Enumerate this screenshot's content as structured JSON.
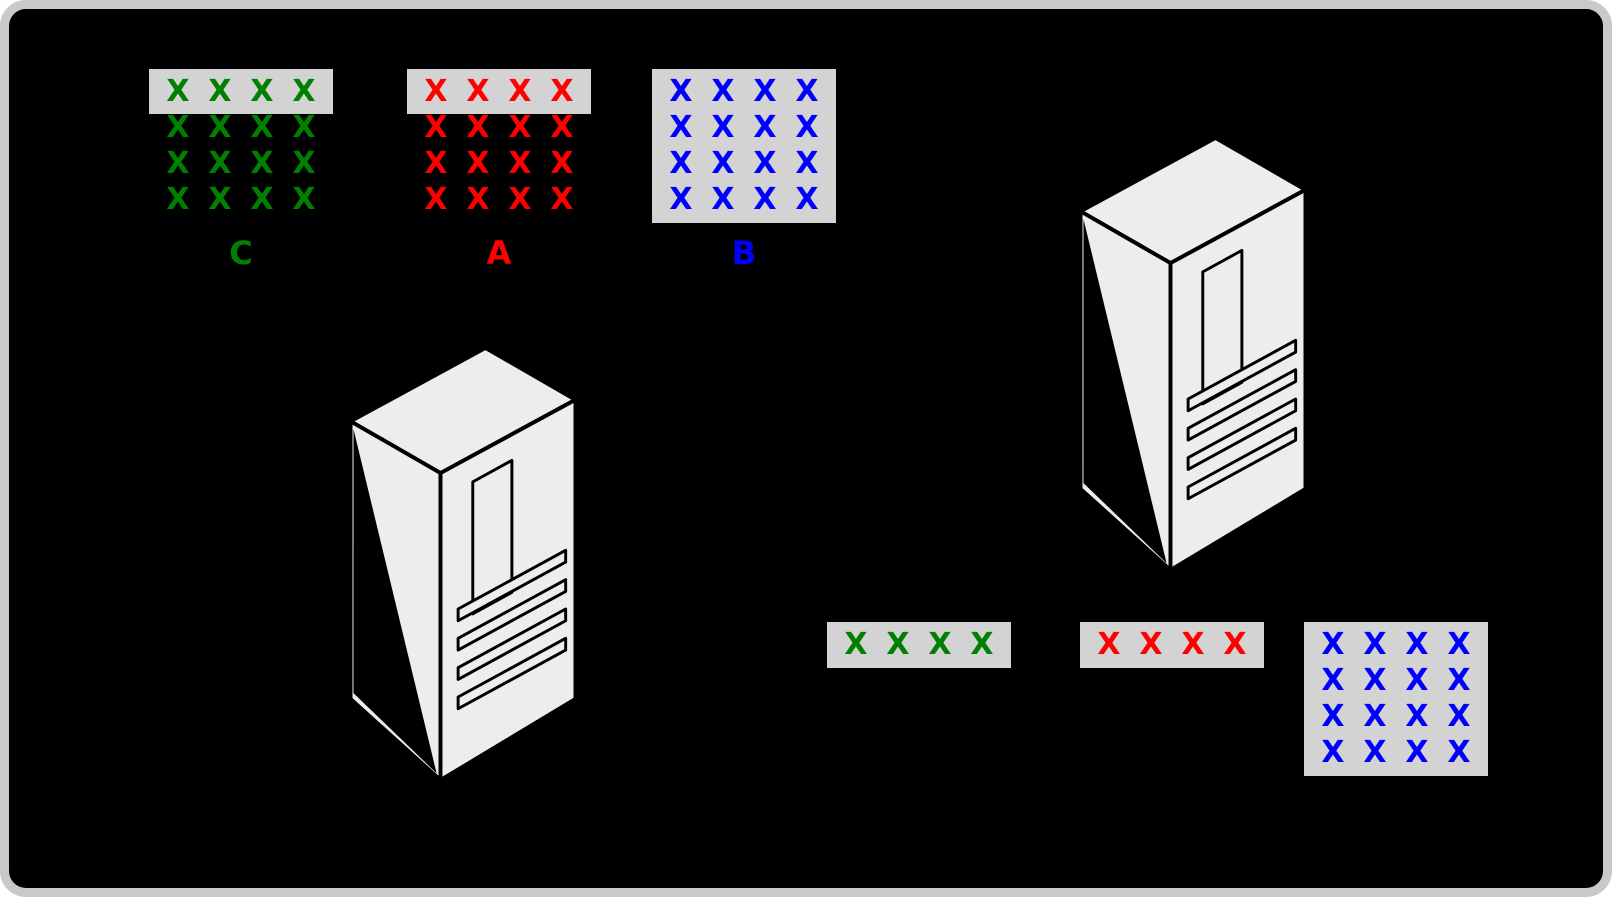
{
  "frame": {
    "background": "#000000",
    "border_color": "#c9c9c9"
  },
  "highlight_color": "#d3d3d3",
  "symbol": "X",
  "top_blocks": [
    {
      "id": "C",
      "label": "C",
      "color": "#008000",
      "rows": 4,
      "cols": 4,
      "highlight": "first-row"
    },
    {
      "id": "A",
      "label": "A",
      "color": "#ff0000",
      "rows": 4,
      "cols": 4,
      "highlight": "first-row"
    },
    {
      "id": "B",
      "label": "B",
      "color": "#0000ff",
      "rows": 4,
      "cols": 4,
      "highlight": "full"
    }
  ],
  "bottom_blocks": [
    {
      "id": "green-row",
      "color": "#008000",
      "rows": 1,
      "cols": 4,
      "highlight": "full"
    },
    {
      "id": "red-row",
      "color": "#ff0000",
      "rows": 1,
      "cols": 4,
      "highlight": "full"
    },
    {
      "id": "blue-grid",
      "color": "#0000ff",
      "rows": 4,
      "cols": 4,
      "highlight": "full"
    }
  ],
  "servers": [
    {
      "id": "server-tower-left"
    },
    {
      "id": "server-tower-right"
    }
  ],
  "server_style": {
    "fill": "#ededed",
    "stroke": "#000000"
  }
}
